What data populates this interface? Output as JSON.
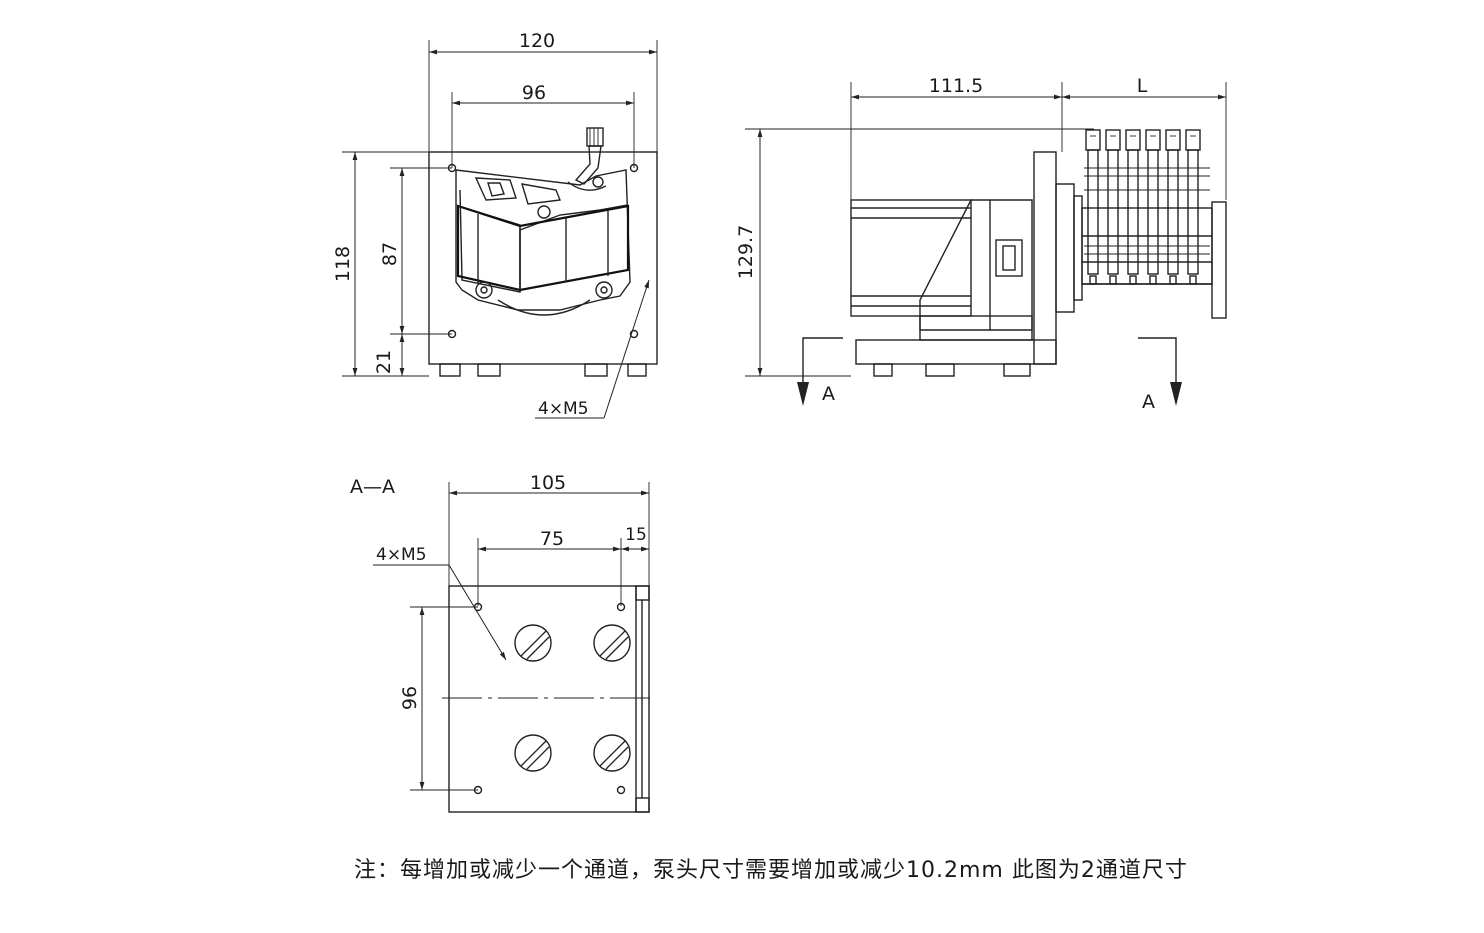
{
  "front_view": {
    "dim_width_outer": "120",
    "dim_width_holes": "96",
    "dim_height_outer": "118",
    "dim_height_holes": "87",
    "dim_bottom_offset": "21",
    "hole_callout": "4×M5"
  },
  "side_view": {
    "dim_depth": "111.5",
    "dim_length": "L",
    "dim_height": "129.7",
    "section_mark_left": "A",
    "section_mark_right": "A"
  },
  "section_view": {
    "title": "A—A",
    "dim_width": "105",
    "dim_holes_x": "75",
    "dim_offset": "15",
    "dim_holes_y": "96",
    "hole_callout": "4×M5"
  },
  "note": "注：每增加或减少一个通道，泵头尺寸需要增加或减少10.2mm  此图为2通道尺寸"
}
